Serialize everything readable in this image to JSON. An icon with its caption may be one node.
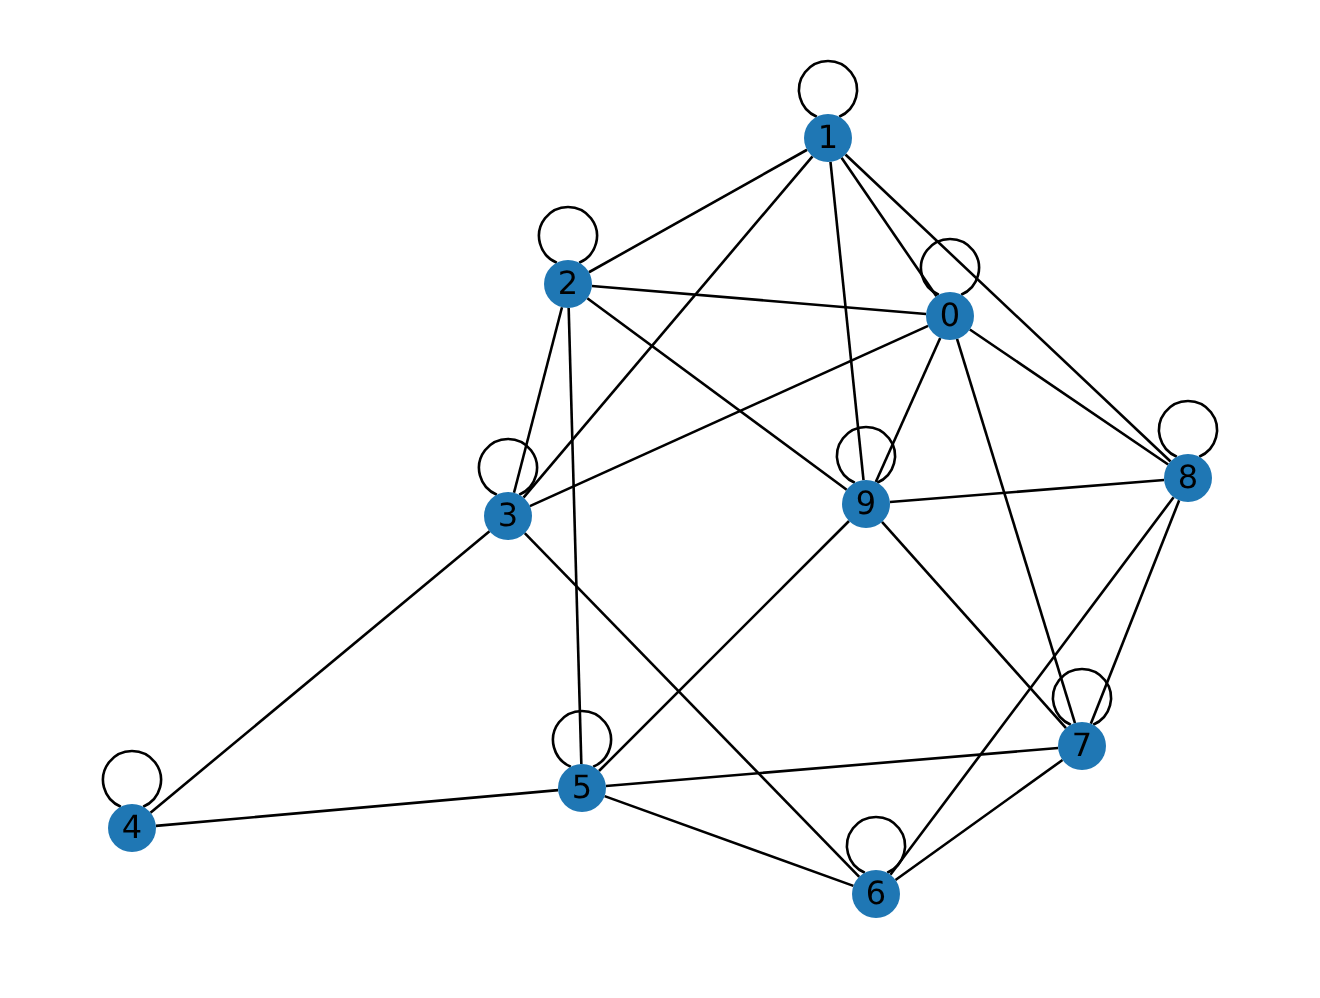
{
  "diagram": {
    "nodes": [
      {
        "text": [
          "0"
        ]
      },
      {
        "text": [
          "1"
        ]
      },
      {
        "text": [
          "2"
        ]
      },
      {
        "text": [
          "3"
        ]
      },
      {
        "text": [
          "4"
        ]
      },
      {
        "text": [
          "5"
        ]
      },
      {
        "text": [
          "6"
        ]
      },
      {
        "text": [
          "7"
        ]
      },
      {
        "text": [
          "8"
        ]
      },
      {
        "text": [
          "9"
        ]
      }
    ],
    "edges": [
      {
        "from": 0,
        "to": 0,
        "arrow": "none"
      },
      {
        "from": 0,
        "to": 1,
        "arrow": "none"
      },
      {
        "from": 0,
        "to": 2,
        "arrow": "none"
      },
      {
        "from": 0,
        "to": 3,
        "arrow": "none"
      },
      {
        "from": 0,
        "to": 9,
        "arrow": "none"
      },
      {
        "from": 0,
        "to": 8,
        "arrow": "none"
      },
      {
        "from": 0,
        "to": 7,
        "arrow": "none"
      },
      {
        "from": 1,
        "to": 1,
        "arrow": "none"
      },
      {
        "from": 1,
        "to": 2,
        "arrow": "none"
      },
      {
        "from": 1,
        "to": 3,
        "arrow": "none"
      },
      {
        "from": 1,
        "to": 9,
        "arrow": "none"
      },
      {
        "from": 1,
        "to": 8,
        "arrow": "none"
      },
      {
        "from": 2,
        "to": 2,
        "arrow": "none"
      },
      {
        "from": 2,
        "to": 3,
        "arrow": "none"
      },
      {
        "from": 2,
        "to": 9,
        "arrow": "none"
      },
      {
        "from": 2,
        "to": 5,
        "arrow": "none"
      },
      {
        "from": 3,
        "to": 3,
        "arrow": "none"
      },
      {
        "from": 3,
        "to": 4,
        "arrow": "none"
      },
      {
        "from": 3,
        "to": 6,
        "arrow": "none"
      },
      {
        "from": 4,
        "to": 4,
        "arrow": "none"
      },
      {
        "from": 4,
        "to": 5,
        "arrow": "none"
      },
      {
        "from": 5,
        "to": 5,
        "arrow": "none"
      },
      {
        "from": 5,
        "to": 9,
        "arrow": "none"
      },
      {
        "from": 5,
        "to": 7,
        "arrow": "none"
      },
      {
        "from": 5,
        "to": 6,
        "arrow": "none"
      },
      {
        "from": 6,
        "to": 6,
        "arrow": "none"
      },
      {
        "from": 6,
        "to": 8,
        "arrow": "none"
      },
      {
        "from": 6,
        "to": 7,
        "arrow": "none"
      },
      {
        "from": 7,
        "to": 7,
        "arrow": "none"
      },
      {
        "from": 7,
        "to": 9,
        "arrow": "none"
      },
      {
        "from": 7,
        "to": 8,
        "arrow": "none"
      },
      {
        "from": 8,
        "to": 8,
        "arrow": "none"
      },
      {
        "from": 8,
        "to": 9,
        "arrow": "none"
      },
      {
        "from": 9,
        "to": 9,
        "arrow": "none"
      }
    ]
  }
}
